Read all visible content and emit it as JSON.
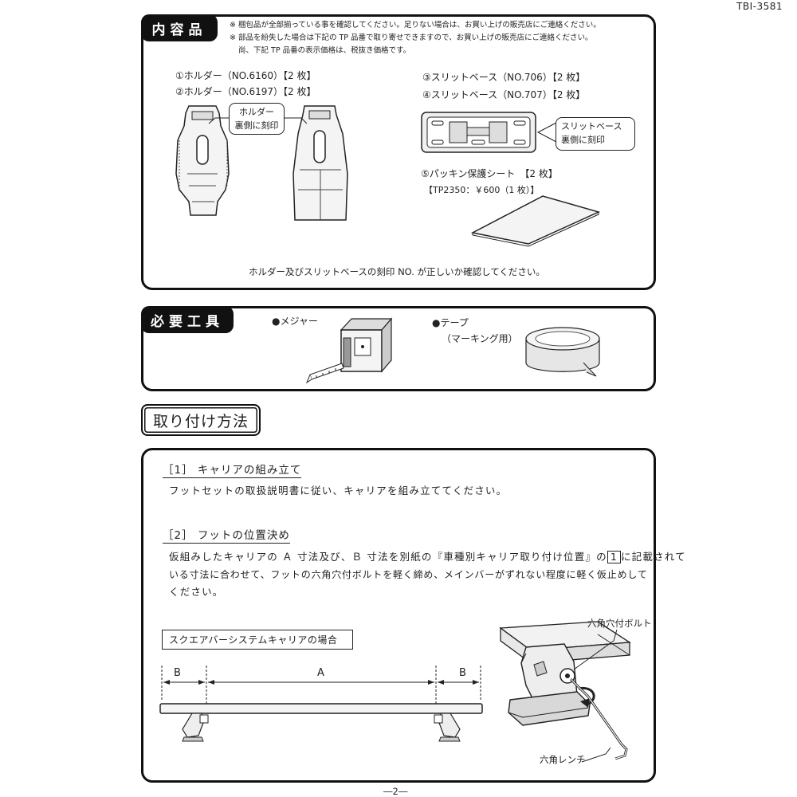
{
  "doc_code": "TBI-3581",
  "contents": {
    "tag": "内容品",
    "notes": [
      "※ 梱包品が全部揃っている事を確認してください。足りない場合は、お買い上げの販売店にご連絡ください。",
      "※ 部品を紛失した場合は下記の TP 品番で取り寄せできますので、お買い上げの販売店にご連絡ください。",
      "尚、下記 TP 品番の表示価格は、税抜き価格です。"
    ],
    "items": {
      "holder_1": "①ホルダー（NO.6160）【2 枚】",
      "holder_2": "②ホルダー（NO.6197）【2 枚】",
      "slit_3": "③スリットベース（NO.706）【2 枚】",
      "slit_4": "④スリットベース（NO.707）【2 枚】",
      "sheet_5": "⑤パッキン保護シート　【2 枚】",
      "sheet_tp": "【TP2350：￥600（1 枚）】"
    },
    "callout_holder": [
      "ホルダー",
      "裏側に刻印"
    ],
    "callout_slit": [
      "スリットベース",
      "裏側に刻印"
    ],
    "footer_note": "ホルダー及びスリットベースの刻印 NO. が正しいか確認してください。"
  },
  "tools": {
    "tag": "必要工具",
    "measure": "●メジャー",
    "tape": "●テープ",
    "tape_sub": "（マーキング用）"
  },
  "method": {
    "title": "取り付け方法",
    "step1_heading": "［1］ キャリアの組み立て",
    "step1_text": "フットセットの取扱説明書に従い、キャリアを組み立ててください。",
    "step2_heading": "［2］ フットの位置決め",
    "step2_line1_a": "仮組みしたキャリアの Ａ 寸法及び、Ｂ 寸法を別紙の『車種別キャリア取り付け位置』の",
    "step2_line1_num": "1",
    "step2_line1_b": "に記載されて",
    "step2_line2": "いる寸法に合わせて、フットの六角穴付ボルトを軽く締め、メインバーがずれない程度に軽く仮止めして",
    "step2_line3": "ください。",
    "case_label": "スクエアバーシステムキャリアの場合",
    "dim_a": "A",
    "dim_b_left": "B",
    "dim_b_right": "B",
    "label_bolt": "六角穴付ボルト",
    "label_wrench": "六角レンチ"
  },
  "page_number": "―2―"
}
